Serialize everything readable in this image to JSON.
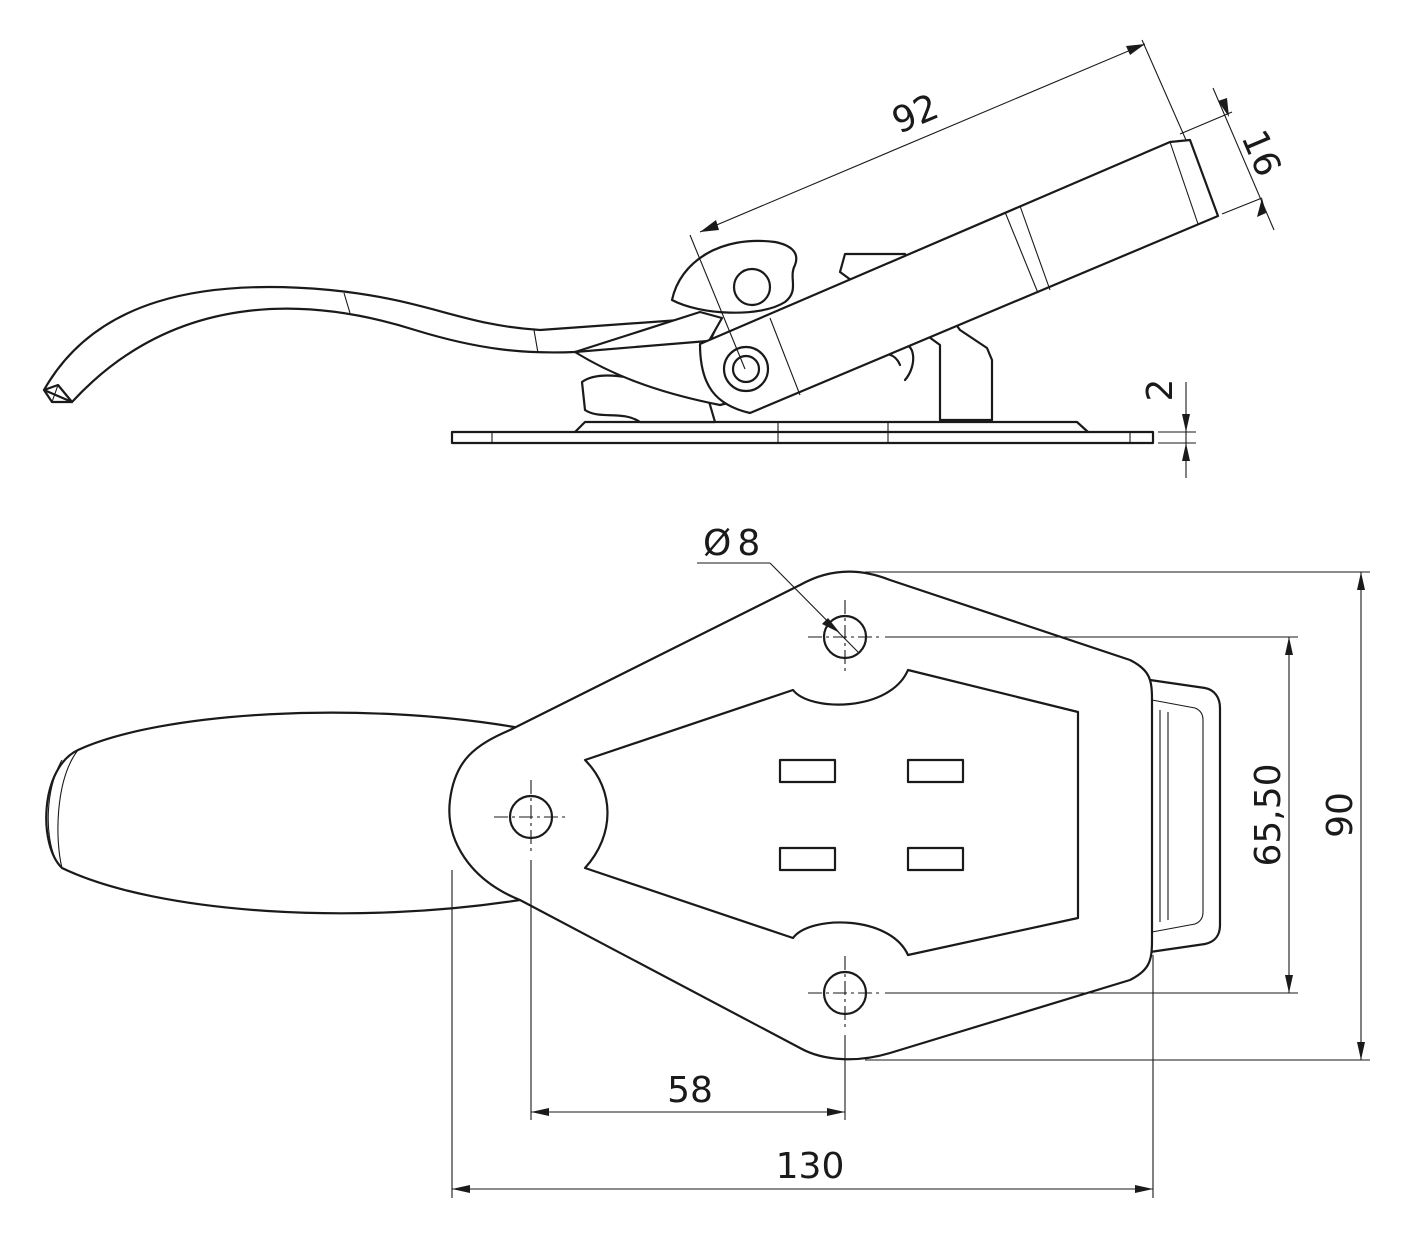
{
  "dimensions": {
    "handle_length": "92",
    "handle_thickness": "16",
    "plate_thickness": "2",
    "hole_diameter_symbol": "Ø",
    "hole_diameter": "8",
    "hole_spacing_vertical": "65,50",
    "overall_height": "90",
    "hole_offset_horizontal": "58",
    "overall_width": "130"
  }
}
